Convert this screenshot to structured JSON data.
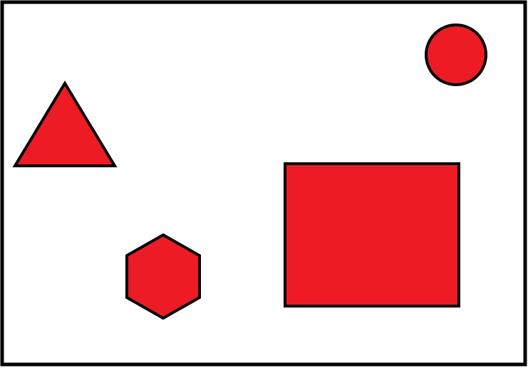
{
  "colors": {
    "background": "#ffffff",
    "fill": "#ed1c24",
    "stroke": "#000000"
  },
  "shapes": [
    {
      "name": "triangle"
    },
    {
      "name": "circle"
    },
    {
      "name": "rectangle"
    },
    {
      "name": "hexagon"
    }
  ]
}
